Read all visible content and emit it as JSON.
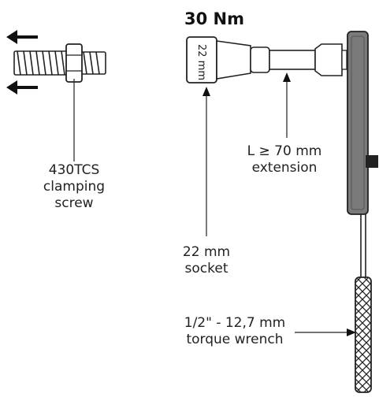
{
  "torque_value": "30 Nm",
  "socket_size_marking": "22 mm",
  "labels": {
    "clamping_screw": [
      "430TCS",
      "clamping",
      "screw"
    ],
    "extension": [
      "L ≥ 70 mm",
      "extension"
    ],
    "socket": [
      "22 mm",
      "socket"
    ],
    "wrench": [
      "1/2\" - 12,7 mm",
      "torque wrench"
    ]
  },
  "colors": {
    "line": "#222222",
    "wrench_body": "#7a7a7a",
    "metal_light": "#ffffff"
  }
}
